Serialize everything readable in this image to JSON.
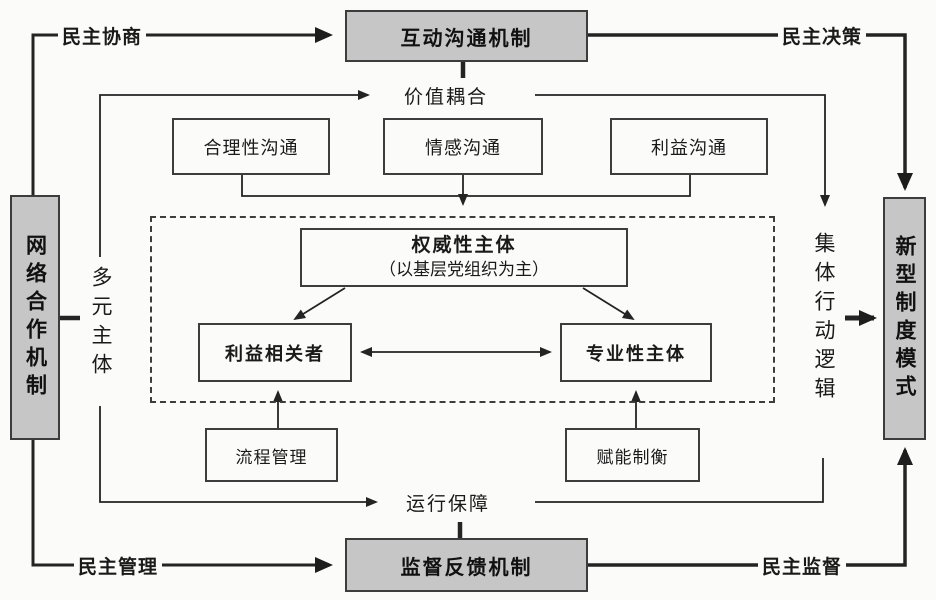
{
  "page": {
    "background": "#fbfbfa",
    "ink_color": "#2b2b2b",
    "mechanism_box_fill": "#c6c6c6"
  },
  "top": {
    "left_label": "民主协商",
    "center_box": "互动沟通机制",
    "right_label": "民主决策"
  },
  "bottom": {
    "left_label": "民主管理",
    "center_box": "监督反馈机制",
    "right_label": "民主监督"
  },
  "left_column": {
    "mechanism_box": "网络合作机制",
    "inner_label": "多元主体"
  },
  "right_column": {
    "outcome_box": "新型制度模式",
    "inner_label": "集体行动逻辑"
  },
  "inner_loop": {
    "top_label": "价值耦合",
    "bottom_label": "运行保障"
  },
  "communication_boxes": {
    "rational": "合理性沟通",
    "emotional": "情感沟通",
    "interest": "利益沟通"
  },
  "core": {
    "authority_title": "权威性主体",
    "authority_subtitle": "（以基层党组织为主）",
    "stakeholder": "利益相关者",
    "professional": "专业性主体"
  },
  "support_boxes": {
    "process": "流程管理",
    "empowerment": "赋能制衡"
  }
}
